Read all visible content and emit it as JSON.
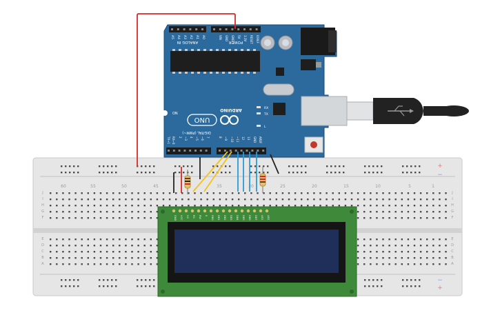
{
  "arduino": {
    "brand": "ARDUINO",
    "model": "UNO",
    "header_top_left": "ANALOG IN",
    "header_top_right": "POWER",
    "analog_pins": [
      "A5",
      "A4",
      "A3",
      "A2",
      "A1",
      "A0"
    ],
    "power_pins": [
      "VIN",
      "GND",
      "GND",
      "5V",
      "3.3V",
      "RESET",
      "IOREF"
    ],
    "digital_label": "DIGITAL (PWM~)",
    "digital_pins": [
      "TX→1",
      "RX←0",
      "2",
      "~3",
      "4",
      "~5",
      "~6",
      "7",
      "8",
      "~9",
      "~10",
      "~11",
      "12",
      "13",
      "GND",
      "AREF"
    ],
    "led_on": "ON",
    "led_tx": "TX",
    "led_rx": "RX",
    "led_l": "L",
    "color": "#2c6a9e"
  },
  "breadboard": {
    "column_numbers": [
      "60",
      "55",
      "50",
      "45",
      "40",
      "35",
      "30",
      "25",
      "20",
      "15",
      "10",
      "5",
      "1"
    ],
    "row_letters_top": [
      "J",
      "I",
      "H",
      "G",
      "F"
    ],
    "row_letters_bottom": [
      "E",
      "D",
      "C",
      "B",
      "A"
    ],
    "rail_plus": "+",
    "rail_minus": "−"
  },
  "lcd": {
    "pin_labels": [
      "GND",
      "VCC",
      "V0",
      "RS",
      "RW",
      "E",
      "DB0",
      "DB1",
      "DB2",
      "DB3",
      "DB4",
      "DB5",
      "DB6",
      "DB7",
      "LED",
      "LED"
    ],
    "board_color": "#3e8a3a",
    "screen_color": "#1f2f5a"
  },
  "wires": {
    "power_color": "#d62828",
    "data_color": "#2b9bd6",
    "control_color": "#f2c21b",
    "ground_color": "#222222"
  }
}
